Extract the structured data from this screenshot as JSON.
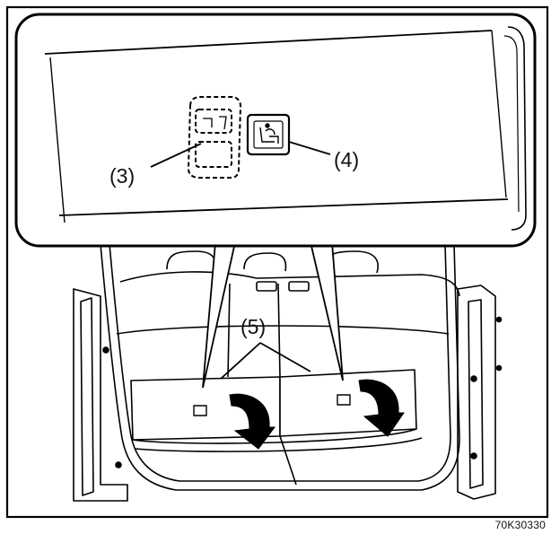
{
  "callouts": {
    "label_3": "(3)",
    "label_4": "(4)",
    "label_5": "(5)"
  },
  "figure_id": "70K30330"
}
